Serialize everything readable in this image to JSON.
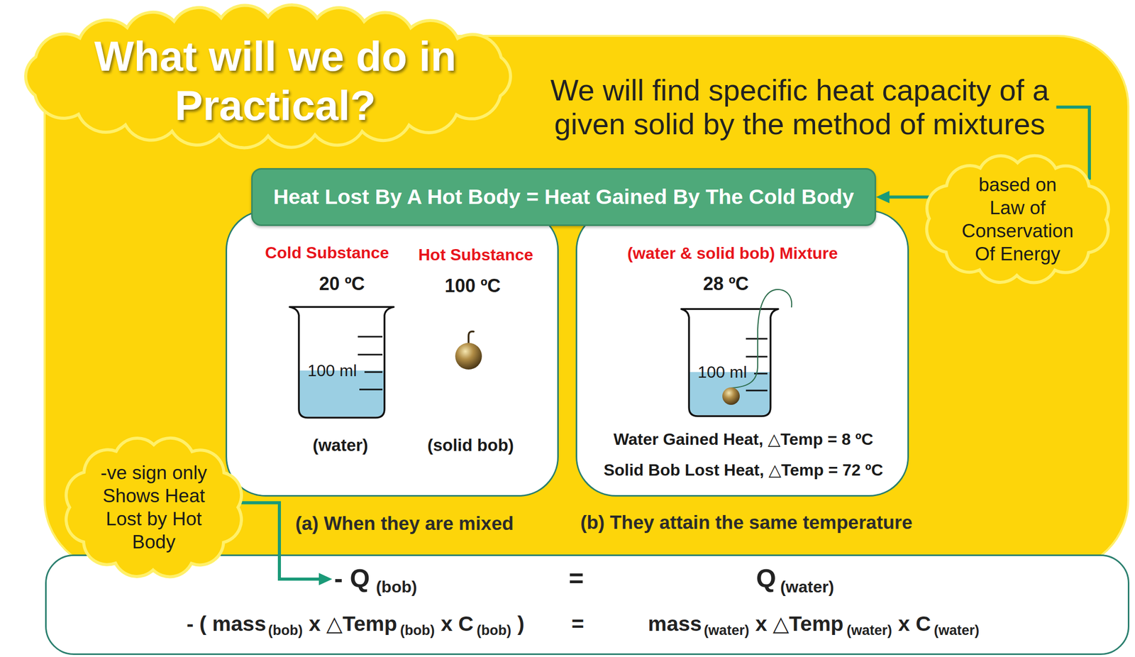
{
  "diagram": {
    "title": "What will we do in Practical?",
    "nodes": [
      {
        "text": [
          "We will find specific heat capacity of a given solid by the method of mixtures"
        ]
      },
      {
        "text": [
          "based on Law of Conservation Of Energy"
        ]
      },
      {
        "text": [
          "Heat Lost By A Hot Body = Heat Gained By The Cold Body"
        ]
      },
      {
        "text": [
          "Cold Substance",
          "Hot Substance",
          "20 ºC",
          "100 ºC",
          "100 ml",
          "(water)",
          "(solid bob)",
          "(a) When they are mixed"
        ]
      },
      {
        "text": [
          "(water & solid bob) Mixture",
          "28 ºC",
          "100 ml",
          "Water Gained Heat, △Temp = 8 ºC",
          "Solid Bob Lost Heat, △Temp = 72 ºC",
          "(b) They attain the same temperature"
        ]
      },
      {
        "text": [
          "-ve sign only Shows Heat Lost by Hot Body"
        ]
      },
      {
        "text": [
          "=",
          "Q",
          "(water)",
          "- ( mass",
          "(bob)",
          "x △Temp",
          "(bob)",
          "x C",
          "(bob)",
          ")",
          "=",
          "mass",
          "(water)",
          "x △Temp",
          "(water)",
          "x C",
          "(water)"
        ]
      },
      {
        "text": [
          "- Q",
          "(bob)"
        ],
        "in": 6
      }
    ],
    "edges": [
      {
        "from": 0,
        "to": 1,
        "arrow": "none"
      },
      {
        "from": 1,
        "to": 2,
        "arrow": "to"
      },
      {
        "from": 5,
        "to": 7,
        "arrow": "to"
      }
    ]
  }
}
